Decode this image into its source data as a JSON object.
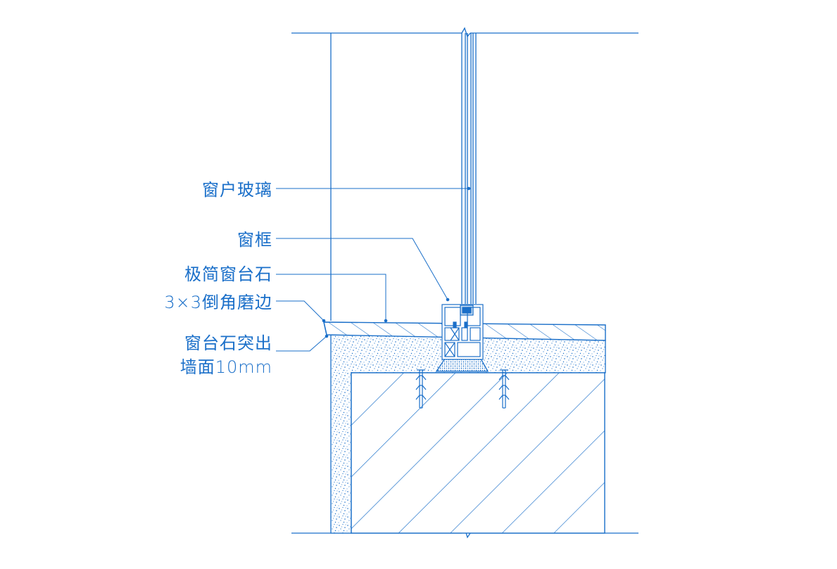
{
  "drawing": {
    "type": "window sill section detail",
    "line_color": "#1a6fc9",
    "fill_color": "#ffffff"
  },
  "callouts": {
    "glass": {
      "label": "窗户玻璃"
    },
    "frame": {
      "label": "窗框"
    },
    "sill_stone": {
      "label": "极简窗台石"
    },
    "chamfer": {
      "label": "3×3倒角磨边"
    },
    "projection": {
      "line1": "窗台石突出",
      "line2": "墙面10mm"
    }
  }
}
